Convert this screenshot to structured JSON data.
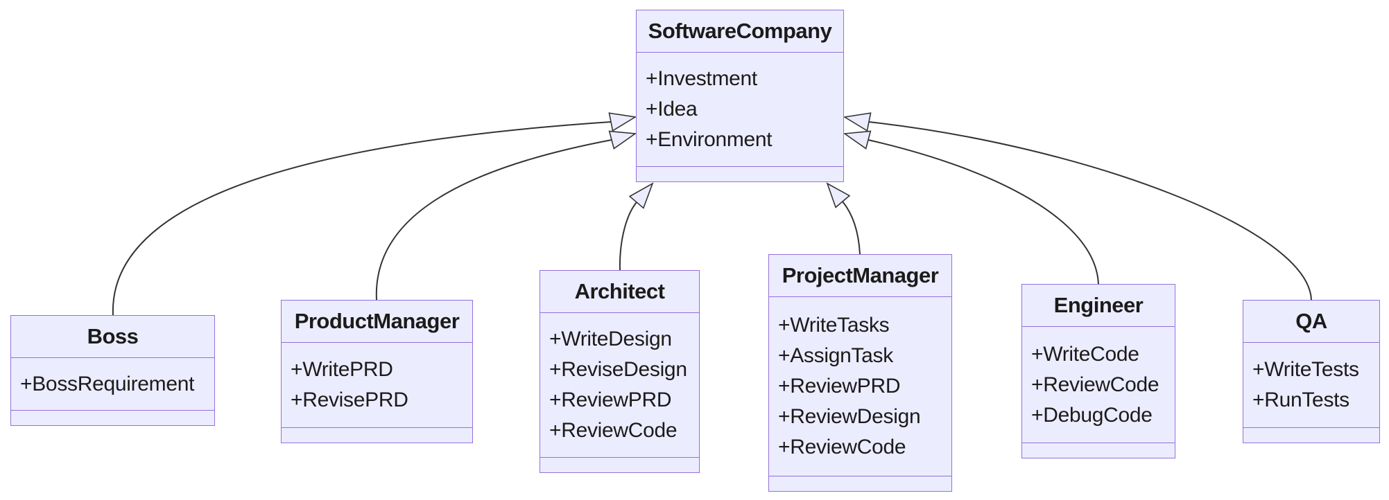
{
  "diagram": {
    "type": "uml-class-diagram",
    "classes": [
      {
        "id": "SoftwareCompany",
        "name": "SoftwareCompany",
        "attributes": [
          "+Investment",
          "+Idea",
          "+Environment"
        ],
        "methods": []
      },
      {
        "id": "Boss",
        "name": "Boss",
        "attributes": [
          "+BossRequirement"
        ],
        "methods": []
      },
      {
        "id": "ProductManager",
        "name": "ProductManager",
        "attributes": [
          "+WritePRD",
          "+RevisePRD"
        ],
        "methods": []
      },
      {
        "id": "Architect",
        "name": "Architect",
        "attributes": [
          "+WriteDesign",
          "+ReviseDesign",
          "+ReviewPRD",
          "+ReviewCode"
        ],
        "methods": []
      },
      {
        "id": "ProjectManager",
        "name": "ProjectManager",
        "attributes": [
          "+WriteTasks",
          "+AssignTask",
          "+ReviewPRD",
          "+ReviewDesign",
          "+ReviewCode"
        ],
        "methods": []
      },
      {
        "id": "Engineer",
        "name": "Engineer",
        "attributes": [
          "+WriteCode",
          "+ReviewCode",
          "+DebugCode"
        ],
        "methods": []
      },
      {
        "id": "QA",
        "name": "QA",
        "attributes": [
          "+WriteTests",
          "+RunTests"
        ],
        "methods": []
      }
    ],
    "edges": [
      {
        "from": "Boss",
        "to": "SoftwareCompany",
        "relation": "inheritance"
      },
      {
        "from": "ProductManager",
        "to": "SoftwareCompany",
        "relation": "inheritance"
      },
      {
        "from": "Architect",
        "to": "SoftwareCompany",
        "relation": "inheritance"
      },
      {
        "from": "ProjectManager",
        "to": "SoftwareCompany",
        "relation": "inheritance"
      },
      {
        "from": "Engineer",
        "to": "SoftwareCompany",
        "relation": "inheritance"
      },
      {
        "from": "QA",
        "to": "SoftwareCompany",
        "relation": "inheritance"
      }
    ],
    "colors": {
      "node_fill": "#ECECFF",
      "node_border": "#9370DB",
      "edge_line": "#333333",
      "text": "#1b1b1b",
      "background": "#ffffff"
    }
  }
}
